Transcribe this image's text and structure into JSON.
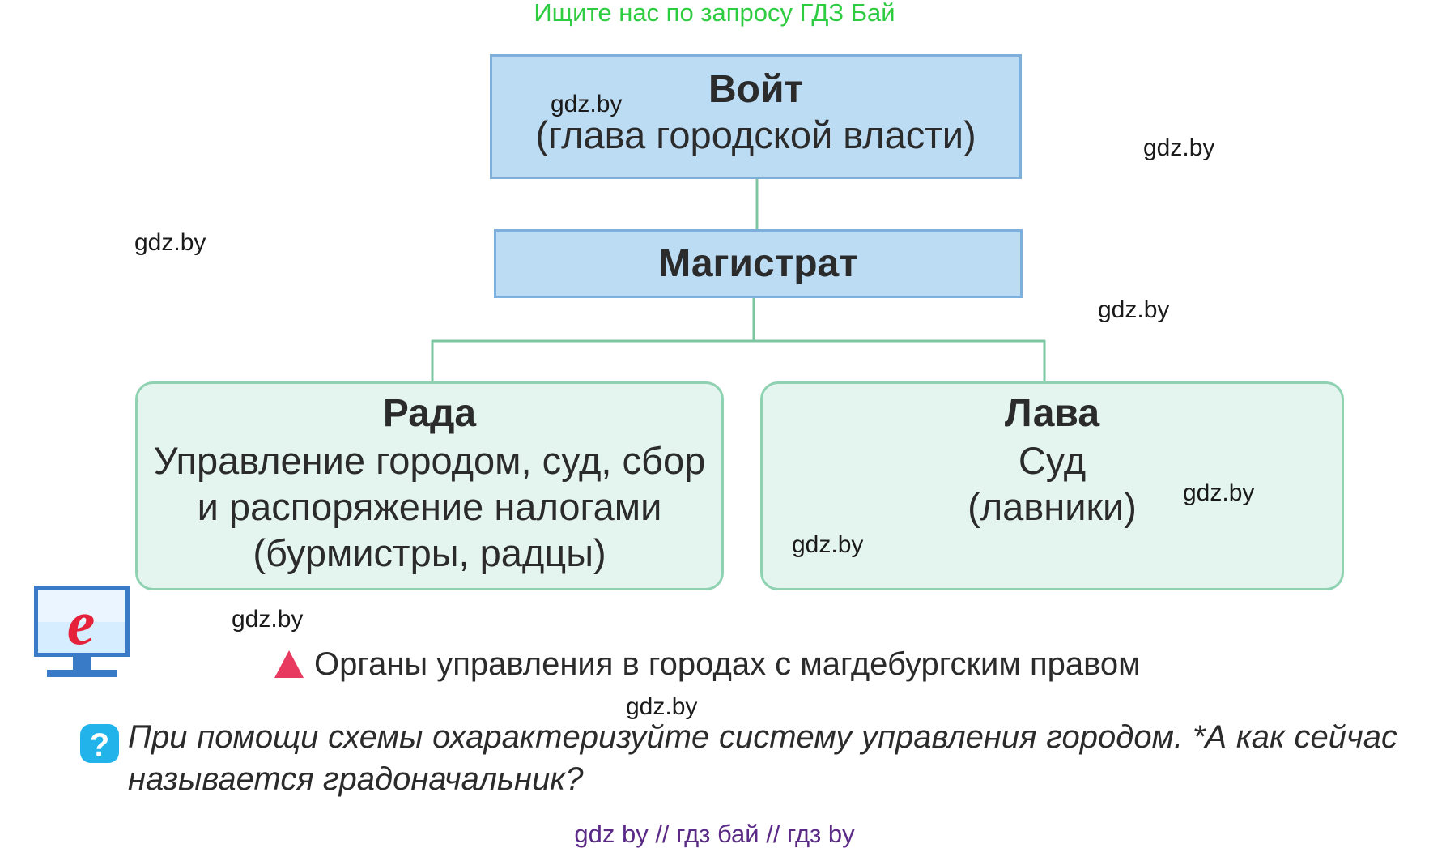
{
  "banner": "Ищите нас по запросу ГДЗ Бай",
  "watermark": "gdz.by",
  "diagram": {
    "voit": {
      "title": "Войт",
      "subtitle": "(глава городской власти)"
    },
    "magistrat": {
      "title": "Магистрат"
    },
    "rada": {
      "title": "Рада",
      "lines": [
        "Управление городом, суд, сбор",
        "и распоряжение налогами",
        "(бурмистры, радцы)"
      ]
    },
    "lava": {
      "title": "Лава",
      "lines": [
        "Суд",
        "(лавники)"
      ]
    }
  },
  "icons": {
    "electronic": "e-monitor-icon",
    "caption_marker": "red-triangle-icon",
    "question": "question-mark-icon"
  },
  "colors": {
    "banner": "#2ecc40",
    "box_blue": "#bcdcf4",
    "box_green": "#e4f5ef",
    "connector": "#7cc6a2",
    "triangle": "#e8395e",
    "question": "#21b3ea",
    "footer": "#5b2a86"
  },
  "caption": "Органы управления в городах с магдебургским правом",
  "question": "При помощи схемы охарактеризуйте систему управления городом. *А как сейчас называется градоначальник?",
  "footer": "gdz by  //  гдз бай  //  гдз by"
}
